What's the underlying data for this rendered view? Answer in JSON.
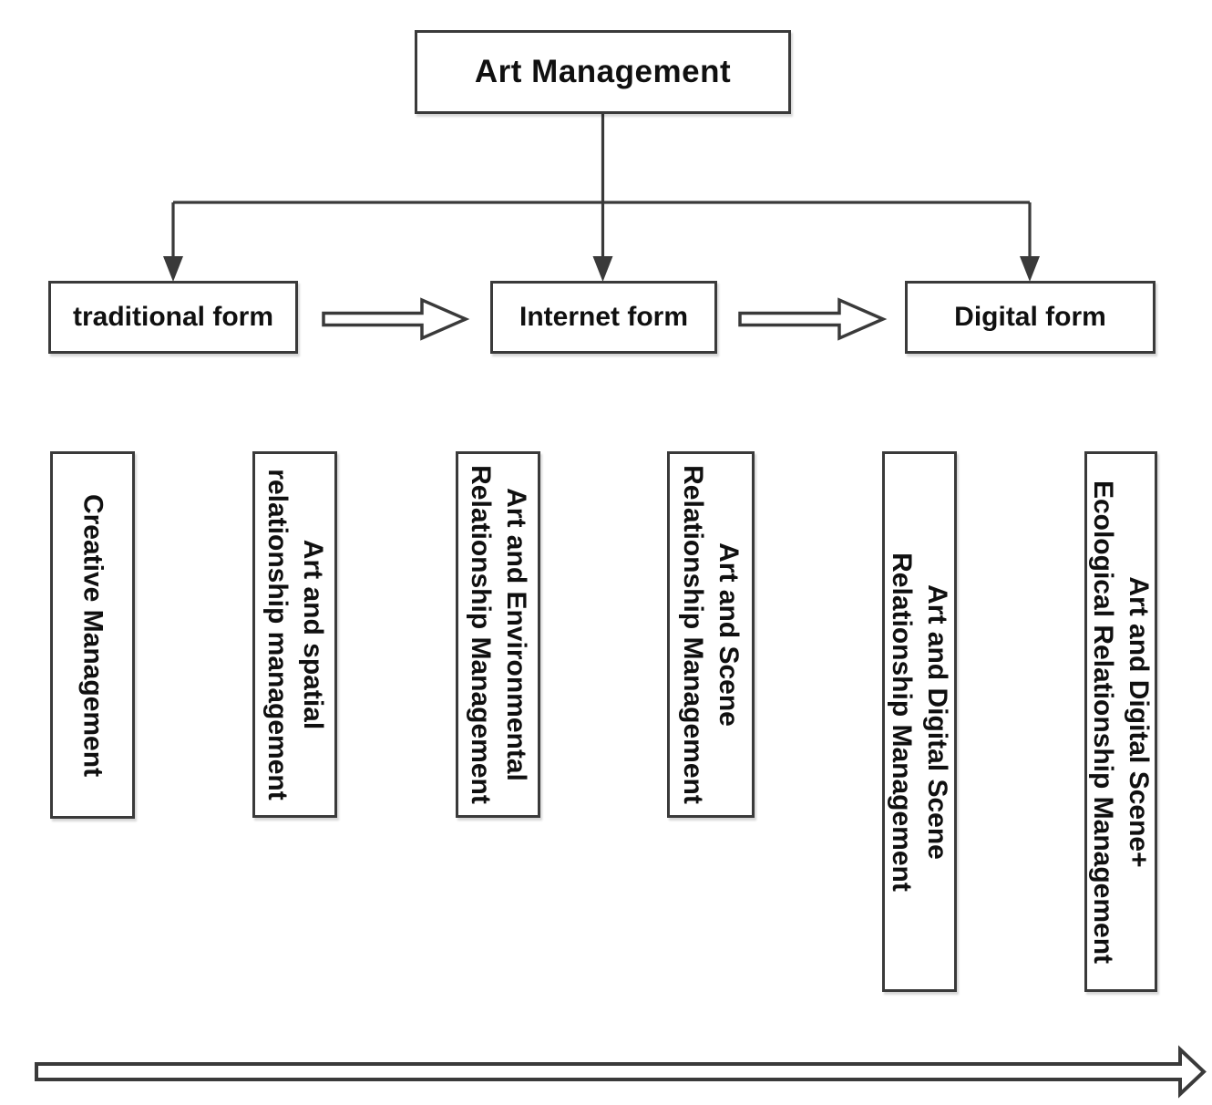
{
  "root": {
    "label": "Art Management"
  },
  "stages": [
    {
      "label": "traditional form"
    },
    {
      "label": "Internet form"
    },
    {
      "label": "Digital form"
    }
  ],
  "branches": [
    {
      "line1": "Creative Management"
    },
    {
      "line1": "Art and spatial",
      "line2": "relationship management"
    },
    {
      "line1": "Art and Environmental",
      "line2": "Relationship Management"
    },
    {
      "line1": "Art and Scene",
      "line2": "Relationship Management"
    },
    {
      "line1": "Art and Digital Scene",
      "line2": "Relationship Management"
    },
    {
      "line1": "Art and Digital Scene+",
      "line2": "Ecological Relationship Management"
    }
  ],
  "colors": {
    "line": "#3a3a3a",
    "text": "#101010",
    "background": "#ffffff"
  }
}
